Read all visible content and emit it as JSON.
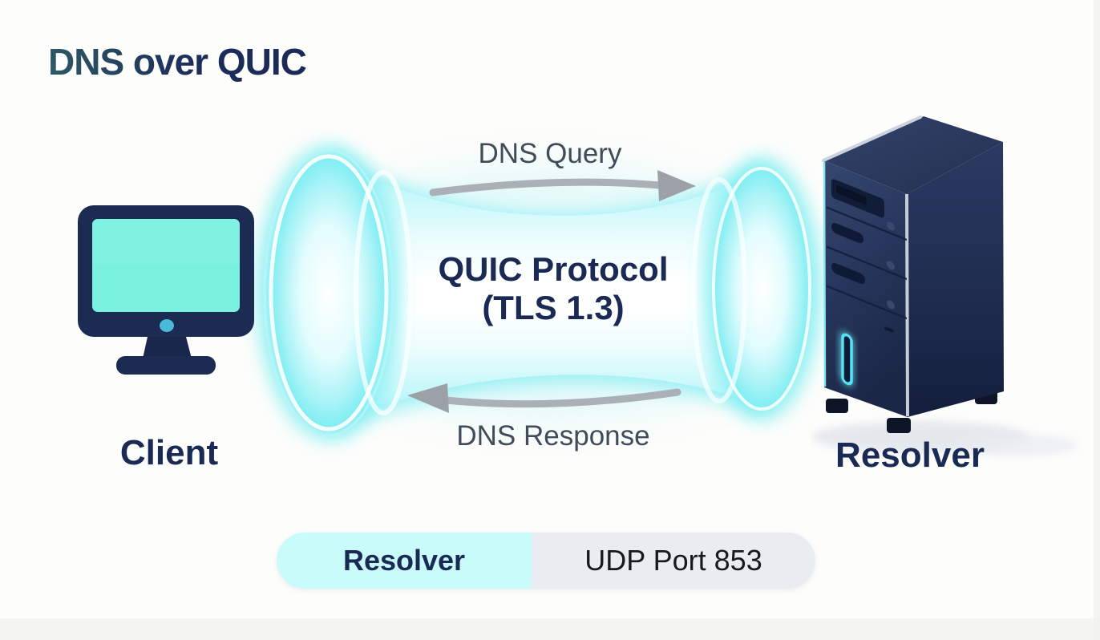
{
  "title": "DNS over QUIC",
  "diagram": {
    "client_label": "Client",
    "resolver_label": "Resolver",
    "tunnel_label_line1": "QUIC Protocol",
    "tunnel_label_line2": "(TLS 1.3)",
    "query_label": "DNS Query",
    "response_label": "DNS Response"
  },
  "badge": {
    "endpoint": "Resolver",
    "port": "UDP Port 853"
  },
  "colors": {
    "accent_cyan": "#7deef2",
    "navy_text": "#1b2a55",
    "flow_text": "#414c5a",
    "arrow_gray": "#a3a9b0",
    "badge_cyan": "#c8fbfa",
    "badge_gray": "#e9edf1",
    "monitor_screen": "#79f1de",
    "server_body": "#233055"
  }
}
